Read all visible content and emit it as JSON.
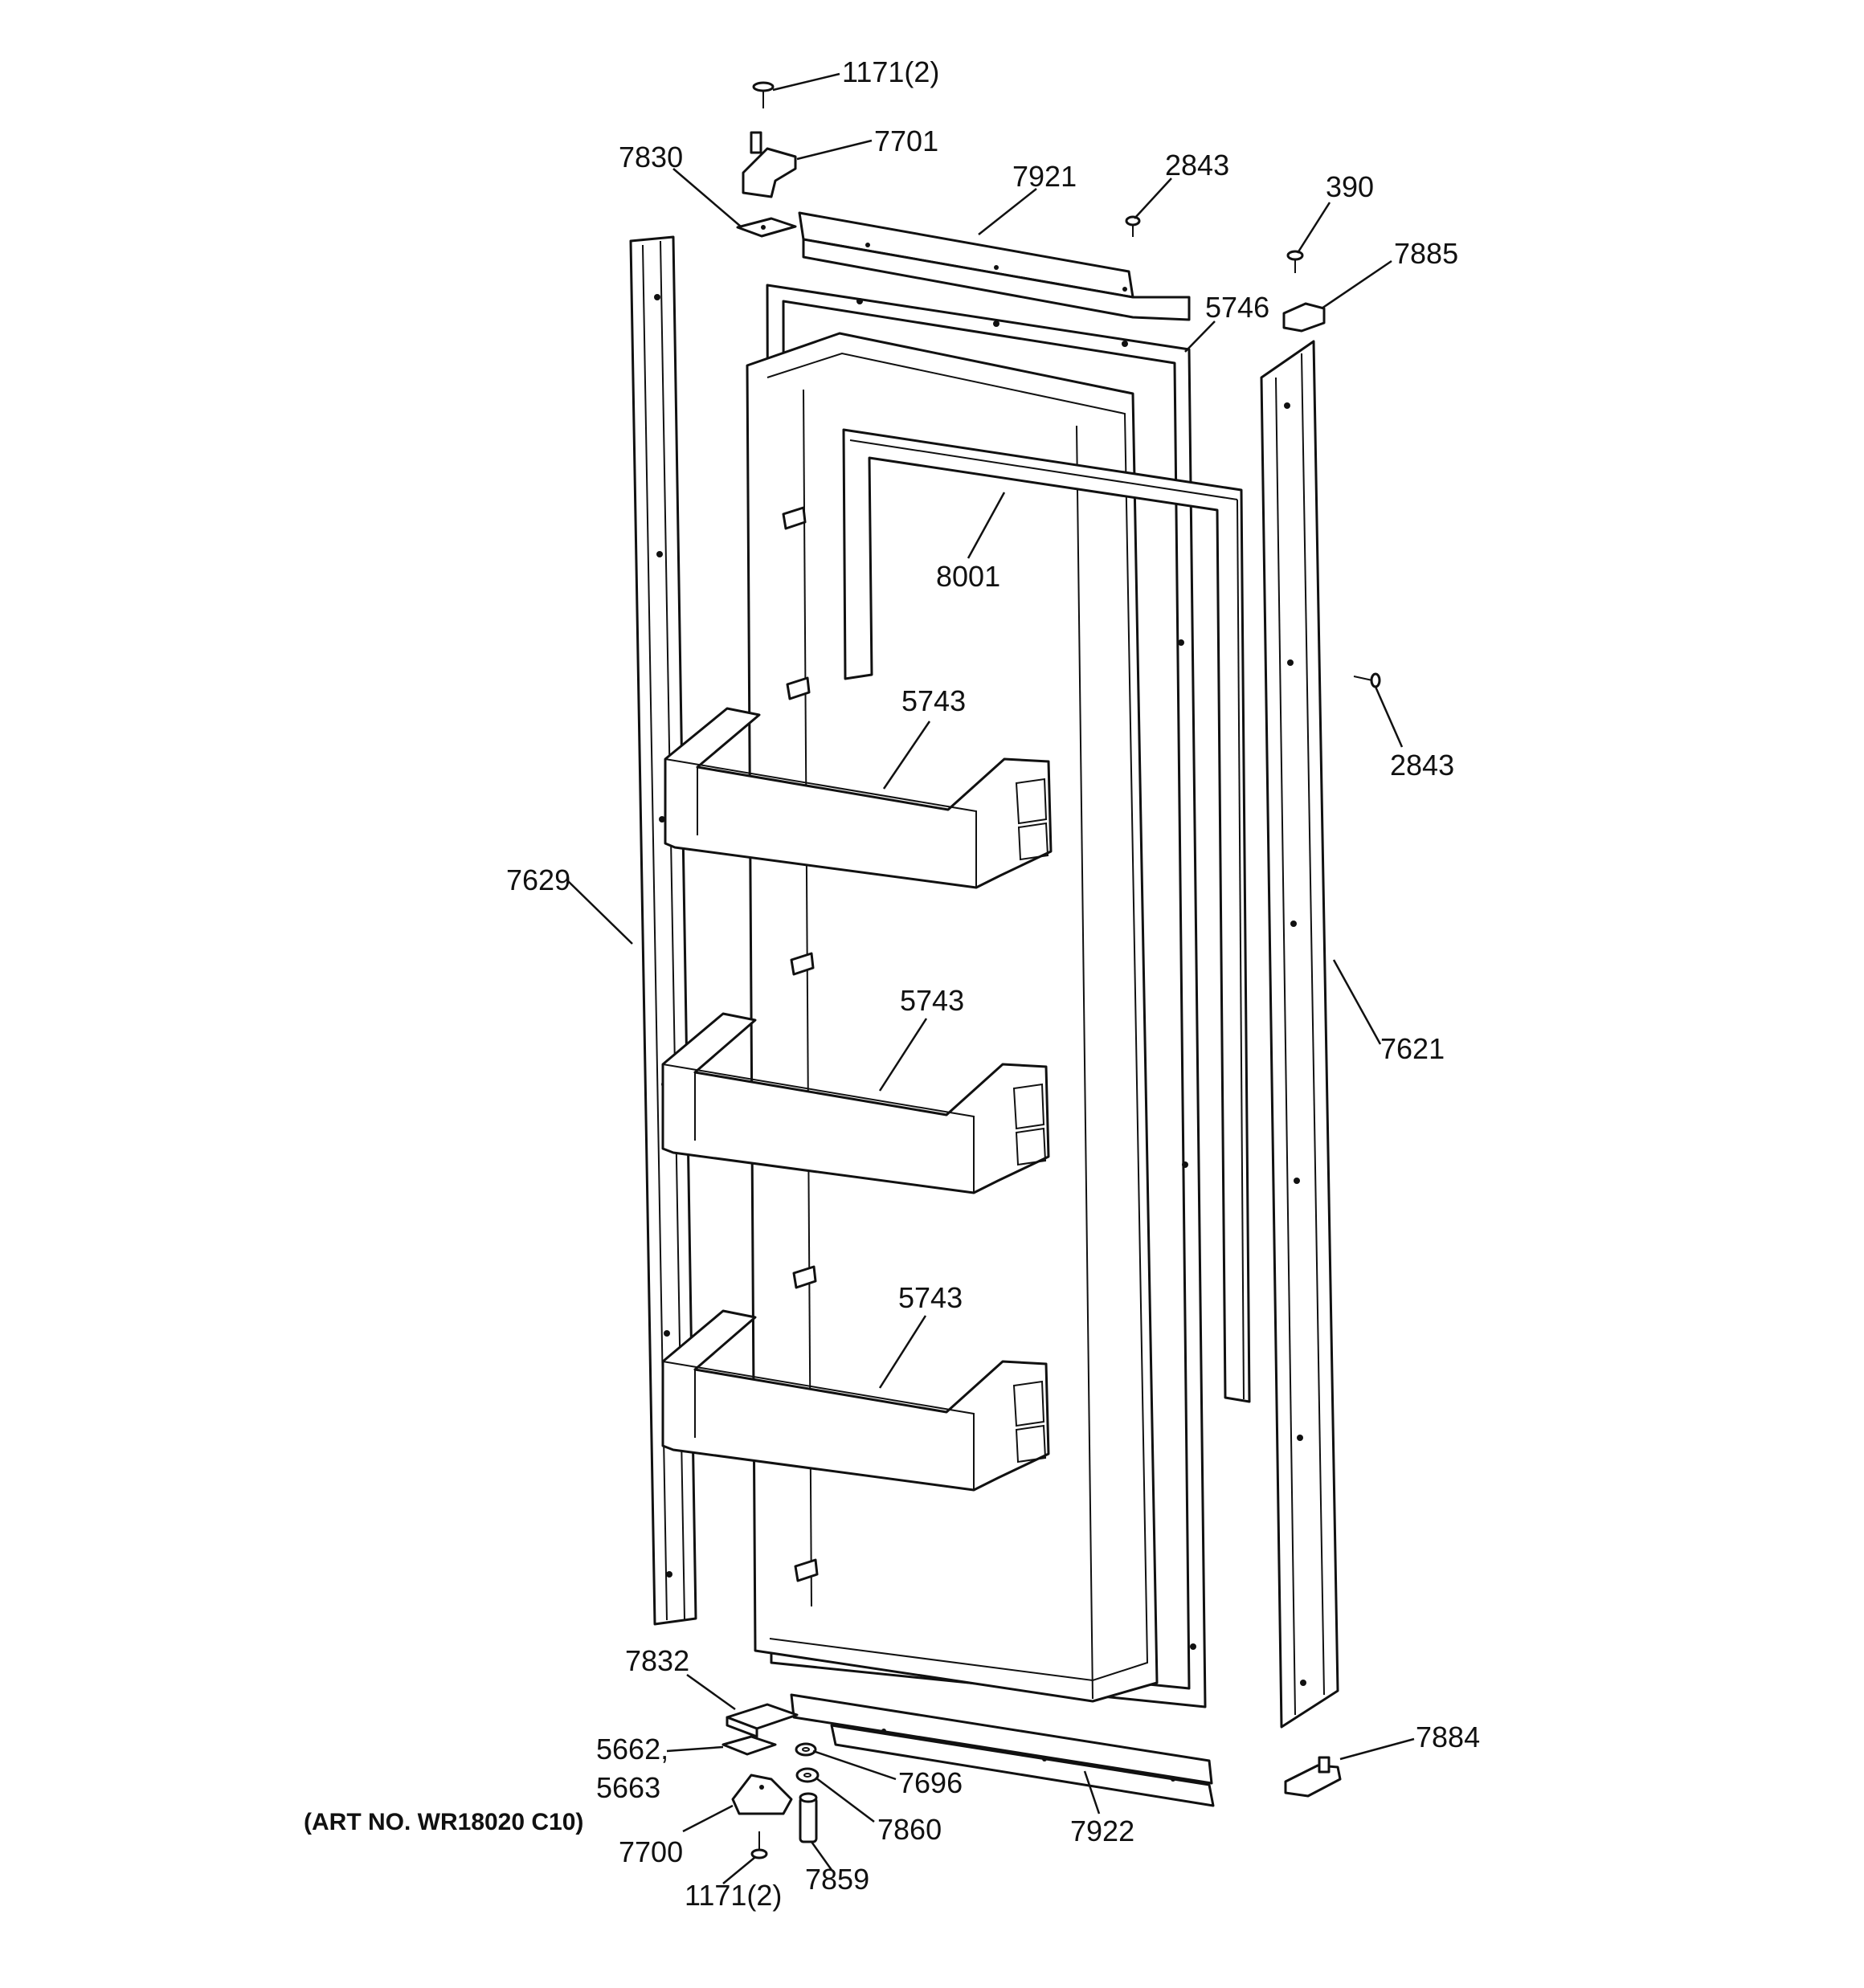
{
  "callouts": {
    "c1171_top": "1171(2)",
    "c7701": "7701",
    "c7830": "7830",
    "c7921": "7921",
    "c2843_top": "2843",
    "c390": "390",
    "c7885": "7885",
    "c5746": "5746",
    "c8001": "8001",
    "c2843_side": "2843",
    "c5743_a": "5743",
    "c5743_b": "5743",
    "c5743_c": "5743",
    "c7629": "7629",
    "c7621": "7621",
    "c7832": "7832",
    "c5662": "5662,",
    "c5663": "5663",
    "c7696": "7696",
    "c7860": "7860",
    "c7700": "7700",
    "c1171_bottom": "1171(2)",
    "c7859": "7859",
    "c7922": "7922",
    "c7884": "7884"
  },
  "art_number": "(ART NO. WR18020 C10)"
}
